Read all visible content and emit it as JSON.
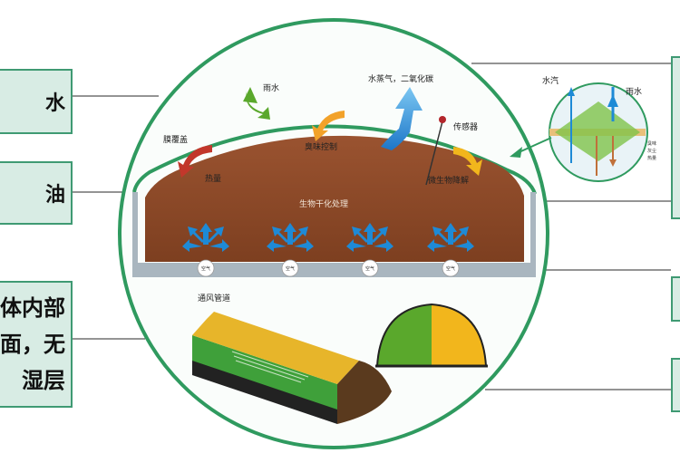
{
  "side_labels": {
    "box1": "​​水",
    "box2": "​​油",
    "box3_line1": "​体内部",
    "box3_line2": "面，无",
    "box3_line3": "湿层"
  },
  "diagram": {
    "rain_left": "雨水",
    "vapor_co2": "水蒸气，二氧化碳",
    "cover": "膜覆盖",
    "odor": "臭味控制",
    "sensor": "传感器",
    "heat": "热量",
    "microbe": "微生物降解",
    "bio_dry": "生物干化处理",
    "air": "空气",
    "pipe": "通风管道"
  },
  "inset": {
    "vapor": "水汽",
    "rain": "雨水",
    "side_text": "臭味\n灰尘\n热量"
  },
  "colors": {
    "circle": "#2f9a5f",
    "pile": "#8b4726",
    "base": "#a9b6bf",
    "blue": "#1e8ad6",
    "green": "#5aa82c",
    "yellow": "#f2b61c"
  }
}
